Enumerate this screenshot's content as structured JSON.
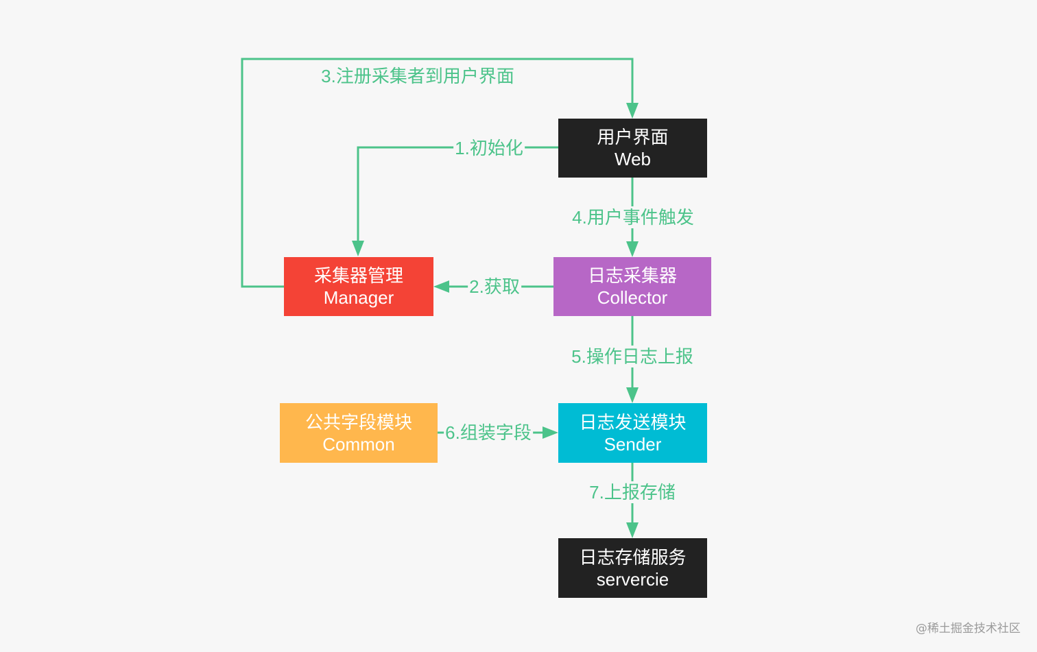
{
  "nodes": {
    "web": {
      "line1": "用户界面",
      "line2": "Web",
      "color": "#222222"
    },
    "manager": {
      "line1": "采集器管理",
      "line2": "Manager",
      "color": "#f44336"
    },
    "collector": {
      "line1": "日志采集器",
      "line2": "Collector",
      "color": "#b767c6"
    },
    "common": {
      "line1": "公共字段模块",
      "line2": "Common",
      "color": "#ffb74d"
    },
    "sender": {
      "line1": "日志发送模块",
      "line2": "Sender",
      "color": "#00bcd4"
    },
    "storage": {
      "line1": "日志存储服务",
      "line2": "servercie",
      "color": "#222222"
    }
  },
  "edges": {
    "e1": {
      "label": "1.初始化",
      "from": "web",
      "to": "manager"
    },
    "e2": {
      "label": "2.获取",
      "from": "collector",
      "to": "manager"
    },
    "e3": {
      "label": "3.注册采集者到用户界面",
      "from": "manager",
      "to": "web"
    },
    "e4": {
      "label": "4.用户事件触发",
      "from": "web",
      "to": "collector"
    },
    "e5": {
      "label": "5.操作日志上报",
      "from": "collector",
      "to": "sender"
    },
    "e6": {
      "label": "6.组装字段",
      "from": "common",
      "to": "sender"
    },
    "e7": {
      "label": "7.上报存储",
      "from": "sender",
      "to": "storage"
    }
  },
  "edge_color": "#4cc38a",
  "watermark": "@稀土掘金技术社区"
}
